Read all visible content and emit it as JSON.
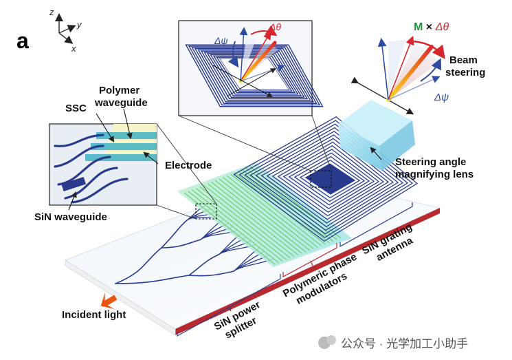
{
  "panel_letter": "a",
  "axes": {
    "z": "z",
    "y": "y",
    "x": "x"
  },
  "labels": {
    "ssc": "SSC",
    "polymer_waveguide_line1": "Polymer",
    "polymer_waveguide_line2": "waveguide",
    "electrode": "Electrode",
    "sin_waveguide": "SiN waveguide",
    "incident_light": "Incident light",
    "sin_power_splitter_line1": "SiN power",
    "sin_power_splitter_line2": "splitter",
    "polymeric_phase_modulators_line1": "Polymeric phase",
    "polymeric_phase_modulators_line2": "modulators",
    "sin_grating_antenna_line1": "SiN grating",
    "sin_grating_antenna_line2": "antenna",
    "beam_steering_line1": "Beam",
    "beam_steering_line2": "steering",
    "lens_line1": "Steering angle",
    "lens_line2": "magnifying lens",
    "formula_m": "M",
    "formula_times": " × ",
    "formula_dtheta": "Δθ",
    "delta_psi": "Δψ",
    "delta_theta": "Δθ"
  },
  "watermark": "公众号 · 光学加工小助手",
  "colors": {
    "waveguide": "#2a3a8c",
    "polymer": "#7fd08a",
    "red_edge": "#c0282c",
    "red_arrow": "#d9262c",
    "blue_arrow": "#2f4da0",
    "green_M": "#1d9a3a",
    "lens": "#9fdff0",
    "beam": "#e8a11c"
  }
}
